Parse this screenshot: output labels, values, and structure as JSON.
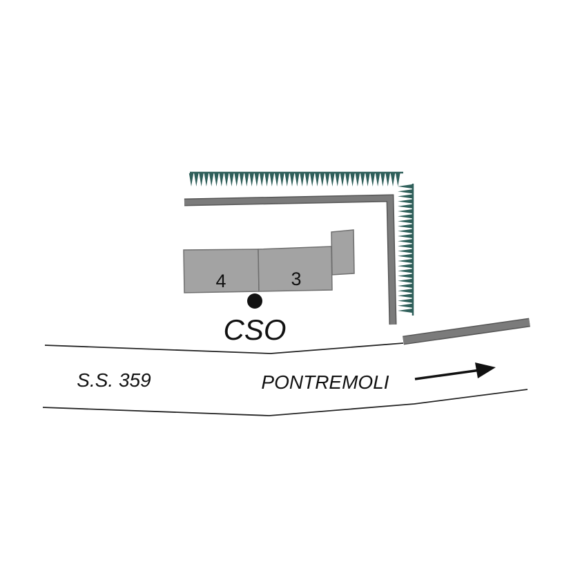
{
  "map": {
    "buildings": [
      {
        "id": "4",
        "label": "4"
      },
      {
        "id": "3",
        "label": "3"
      }
    ],
    "station": {
      "label": "CSO"
    },
    "road": {
      "name": "S.S. 359",
      "direction_label": "PONTREMOLI"
    },
    "colors": {
      "building_fill": "#a3a3a3",
      "building_stroke": "#6e6e6e",
      "wall": "#777777",
      "escarpment": "#2f5f5a",
      "ink": "#111111"
    },
    "icons": {
      "station_marker": "filled-circle",
      "direction": "arrow-right-icon",
      "escarpment": "hachure-teeth"
    }
  }
}
